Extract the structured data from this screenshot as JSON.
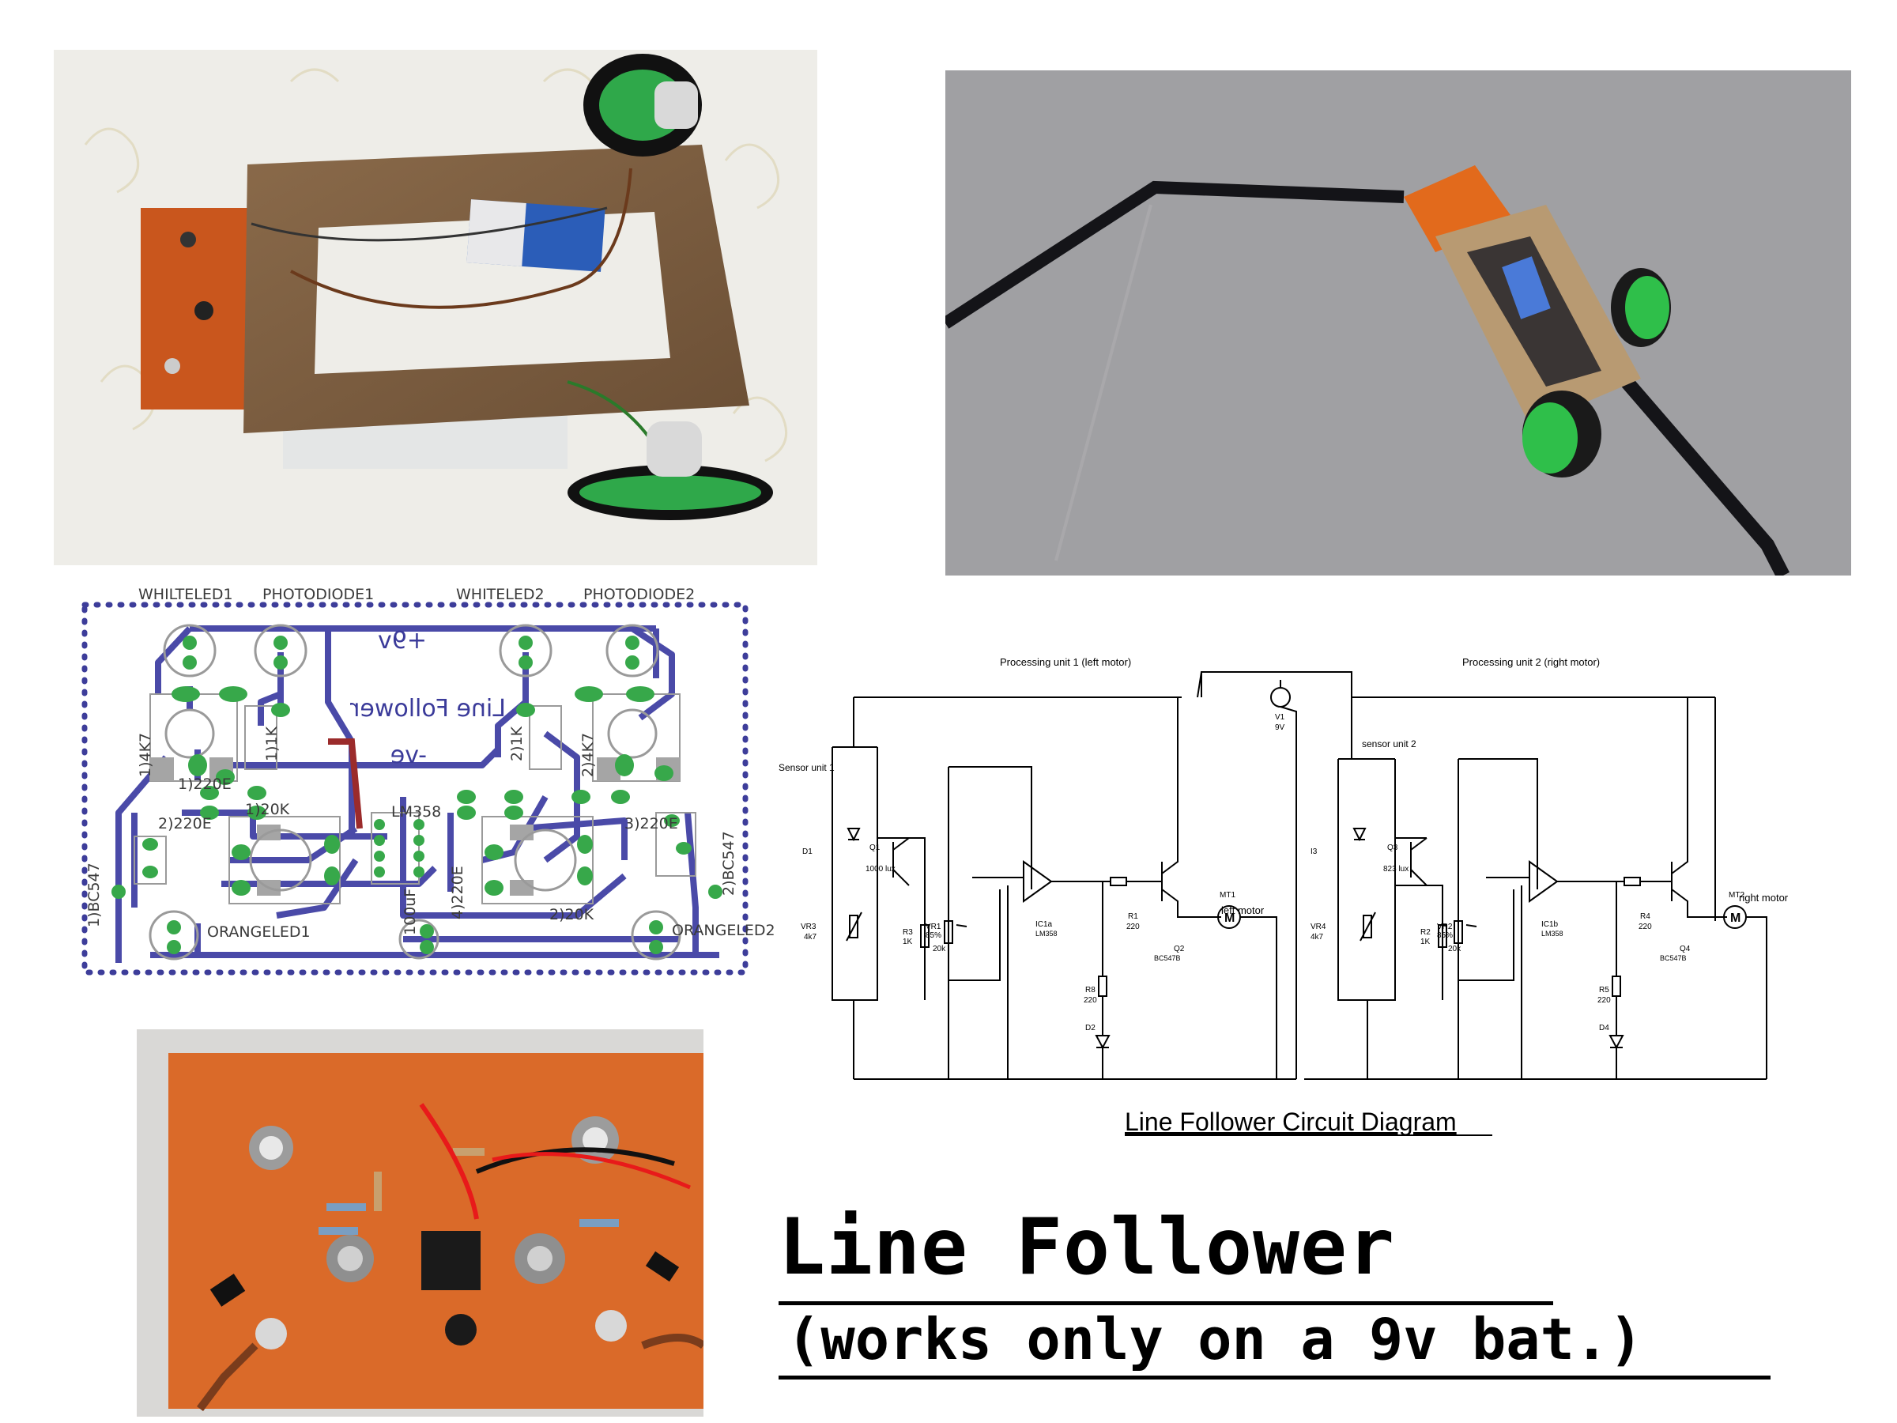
{
  "photos": {
    "robot_top": {
      "alt": "photo"
    },
    "robot_on_track": {
      "alt": "photo"
    },
    "pcb_assembled": {
      "alt": "photo"
    }
  },
  "pcb_layout": {
    "labels": {
      "whiteled1": "WHILTELED1",
      "photodiode1": "PHOTODIODE1",
      "whiteled2": "WHITELED2",
      "photodiode2": "PHOTODIODE2",
      "plus9v": "+9v",
      "title_mirrored": "Line Follower",
      "minus_ve": "-ve",
      "r_1k_1": "1)1K",
      "r_1k_2": "2)1K",
      "r_4k7_1": "1)4K7",
      "r_4k7_2": "2)4K7",
      "r_220e_1": "1)220E",
      "r_220e_2": "2)220E",
      "r_220e_3": "3)220E",
      "r_20k_1": "1)20K",
      "r_20k_2": "2)20K",
      "lm358": "LM358",
      "bc547_1": "1)BC547",
      "bc547_2": "2)BC547",
      "orangeled1": "ORANGELED1",
      "orangeled2": "ORANGELED2",
      "c100uf": "100uF",
      "r_220e_4": "4)220E"
    },
    "colors": {
      "trace": "#4a4aa8",
      "jumper": "#9b2b2b",
      "pad": "#37a84a",
      "border": "#3d3d9a"
    }
  },
  "schematic": {
    "proc_unit_1": "Processing unit 1 (left motor)",
    "proc_unit_2": "Processing unit 2 (right motor)",
    "sensor_unit_1": "Sensor unit 1",
    "sensor_unit_2": "sensor unit 2",
    "v1": "V1",
    "v1_val": "9V",
    "d1": "D1",
    "q1": "Q1",
    "q1_val": "1000 lux",
    "vr3": "VR3",
    "vr3_val": "4k7",
    "r3": "R3",
    "r3_val": "1K",
    "vr1": "VR1",
    "vr1_pct": "85%",
    "vr1_val": "20k",
    "ic1a": "IC1a",
    "ic1a_val": "LM358",
    "r1": "R1",
    "r1_val": "220",
    "q2": "Q2",
    "q2_val": "BC547B",
    "left_motor": "left motor",
    "mt1": "MT1",
    "r8": "R8",
    "r8_val": "220",
    "d2": "D2",
    "d3": "I3",
    "q3": "Q3",
    "q3_val": "823 lux",
    "vr4": "VR4",
    "vr4_val": "4k7",
    "r2": "R2",
    "r2_val": "1K",
    "vr2": "VR2",
    "vr2_pct": "85%",
    "vr2_val": "20k",
    "ic1b": "IC1b",
    "ic1b_val": "LM358",
    "r4": "R4",
    "r4_val": "220",
    "q4": "Q4",
    "q4_val": "BC547B",
    "right_motor": "right motor",
    "mt2": "MT2",
    "r5": "R5",
    "r5_val": "220",
    "d4": "D4",
    "caption": "Line Follower Circuit Diagram"
  },
  "title": {
    "main": "Line Follower",
    "sub": "(works only on a 9v bat.)"
  }
}
